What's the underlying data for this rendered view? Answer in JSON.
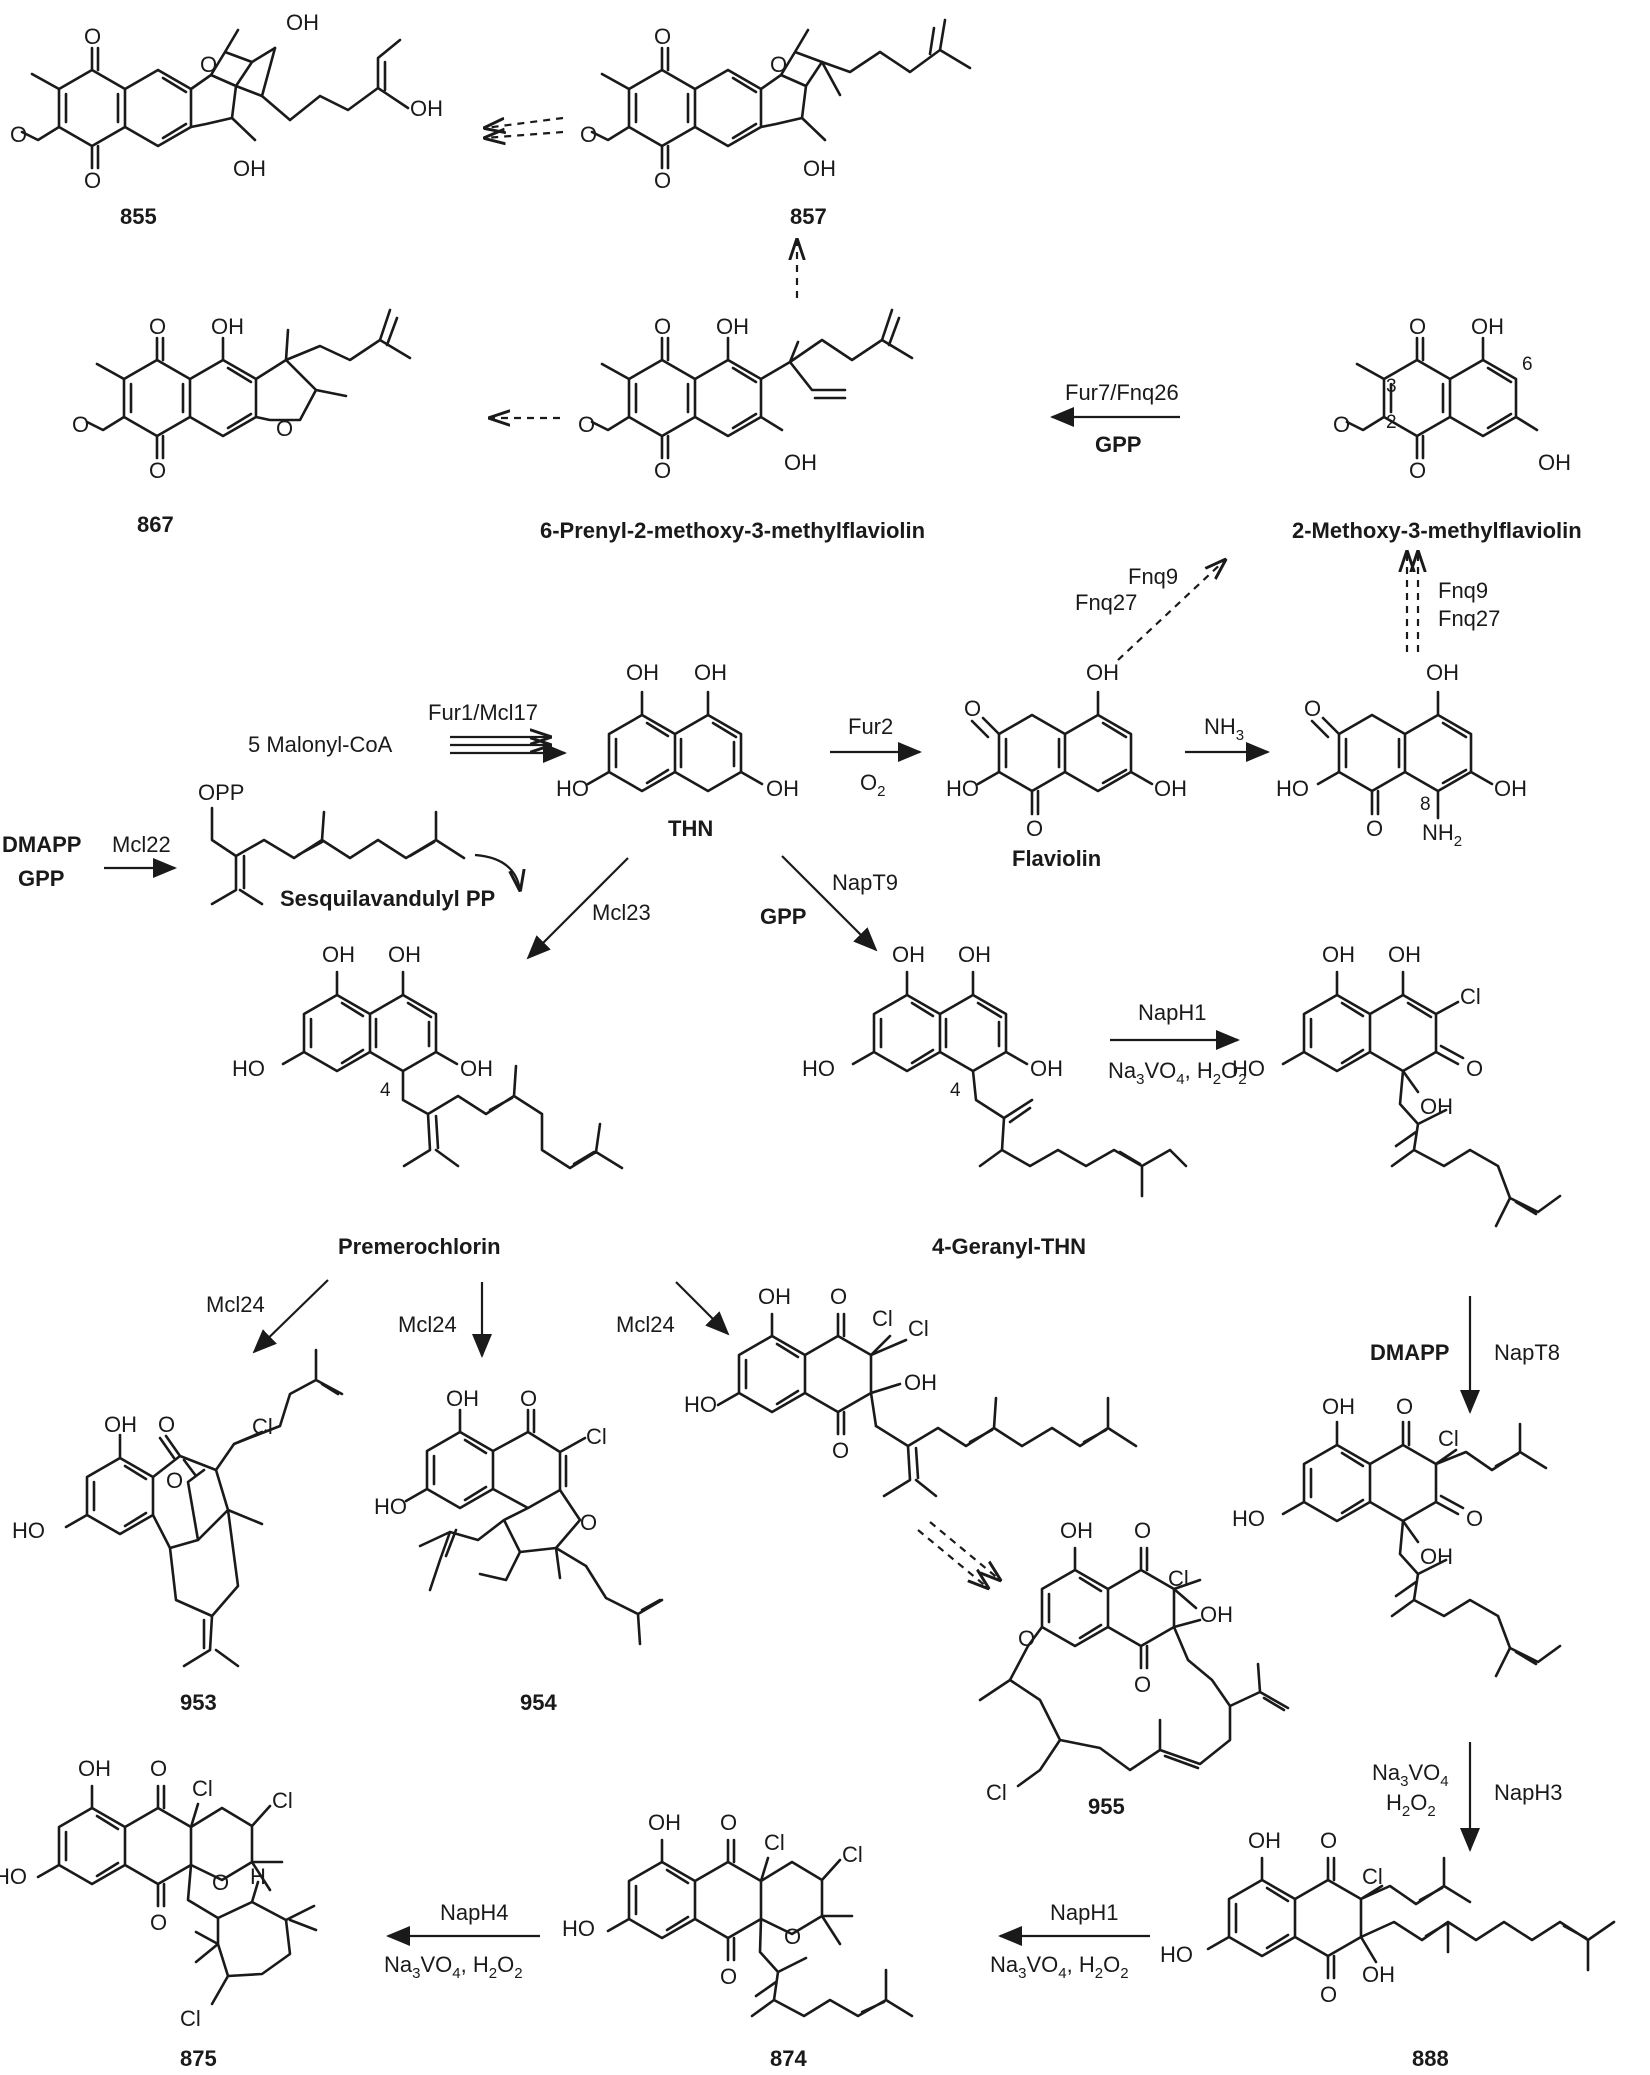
{
  "compounds": {
    "c855": "855",
    "c857": "857",
    "c867": "867",
    "prenyl": "6-Prenyl-2-methoxy-3-methylflaviolin",
    "methoxy": "2-Methoxy-3-methylflaviolin",
    "thn": "THN",
    "flaviolin": "Flaviolin",
    "sesqui": "Sesquilavandulyl PP",
    "premerochlorin": "Premerochlorin",
    "geranyl_thn": "4-Geranyl-THN",
    "c953": "953",
    "c954": "954",
    "c955": "955",
    "c875": "875",
    "c874": "874",
    "c888": "888"
  },
  "reagents": {
    "malonyl": "5 Malonyl-CoA",
    "fur1": "Fur1/Mcl17",
    "fur2": "Fur2",
    "o2": "O",
    "o2_sub": "2",
    "nh3": "NH",
    "nh3_sub": "3",
    "fnq9": "Fnq9",
    "fnq27": "Fnq27",
    "fur7": "Fur7/Fnq26",
    "gpp": "GPP",
    "dmapp": "DMAPP",
    "mcl22": "Mcl22",
    "mcl23": "Mcl23",
    "mcl24": "Mcl24",
    "napt9": "NapT9",
    "napt8": "NapT8",
    "naph1": "NapH1",
    "naph3": "NapH3",
    "naph4": "NapH4",
    "na3vo4": "Na",
    "na3vo4_sub": "3",
    "na3vo4_tail": "VO",
    "na3vo4_sub2": "4",
    "h2o2": "H",
    "h2o2_sub": "2",
    "h2o2_mid": "O",
    "h2o2_sub2": "2"
  },
  "atoms": {
    "O": "O",
    "OH": "OH",
    "HO": "HO",
    "Cl": "Cl",
    "H": "H",
    "OPP": "OPP",
    "NH": "NH",
    "NH_sub": "2"
  },
  "locants": {
    "n2": "2",
    "n3": "3",
    "n4": "4",
    "n6": "6",
    "n8": "8"
  }
}
